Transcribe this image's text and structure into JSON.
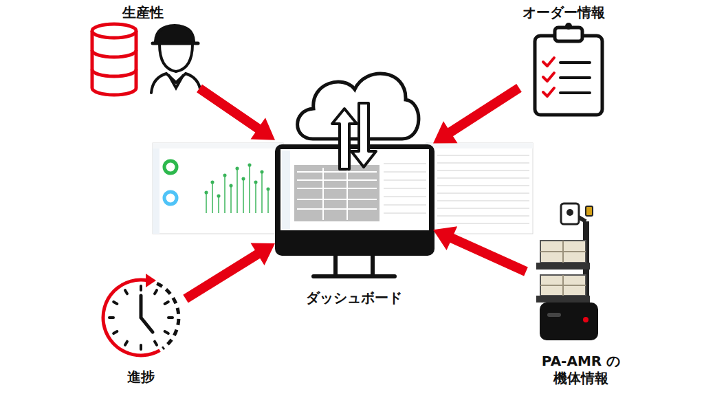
{
  "diagram": {
    "nodes": [
      {
        "text": [
          "生産性"
        ]
      },
      {
        "text": [
          "オーダー情報"
        ]
      },
      {
        "text": [
          "ダッシュボード"
        ]
      },
      {
        "text": [
          "進捗"
        ]
      },
      {
        "text": [
          "PA-AMR の 機体情報"
        ]
      }
    ],
    "edges": [
      {
        "from": 0,
        "to": 2,
        "arrow": "to"
      },
      {
        "from": 1,
        "to": 2,
        "arrow": "to"
      },
      {
        "from": 3,
        "to": 2,
        "arrow": "to"
      },
      {
        "from": 4,
        "to": 2,
        "arrow": "to"
      }
    ]
  }
}
